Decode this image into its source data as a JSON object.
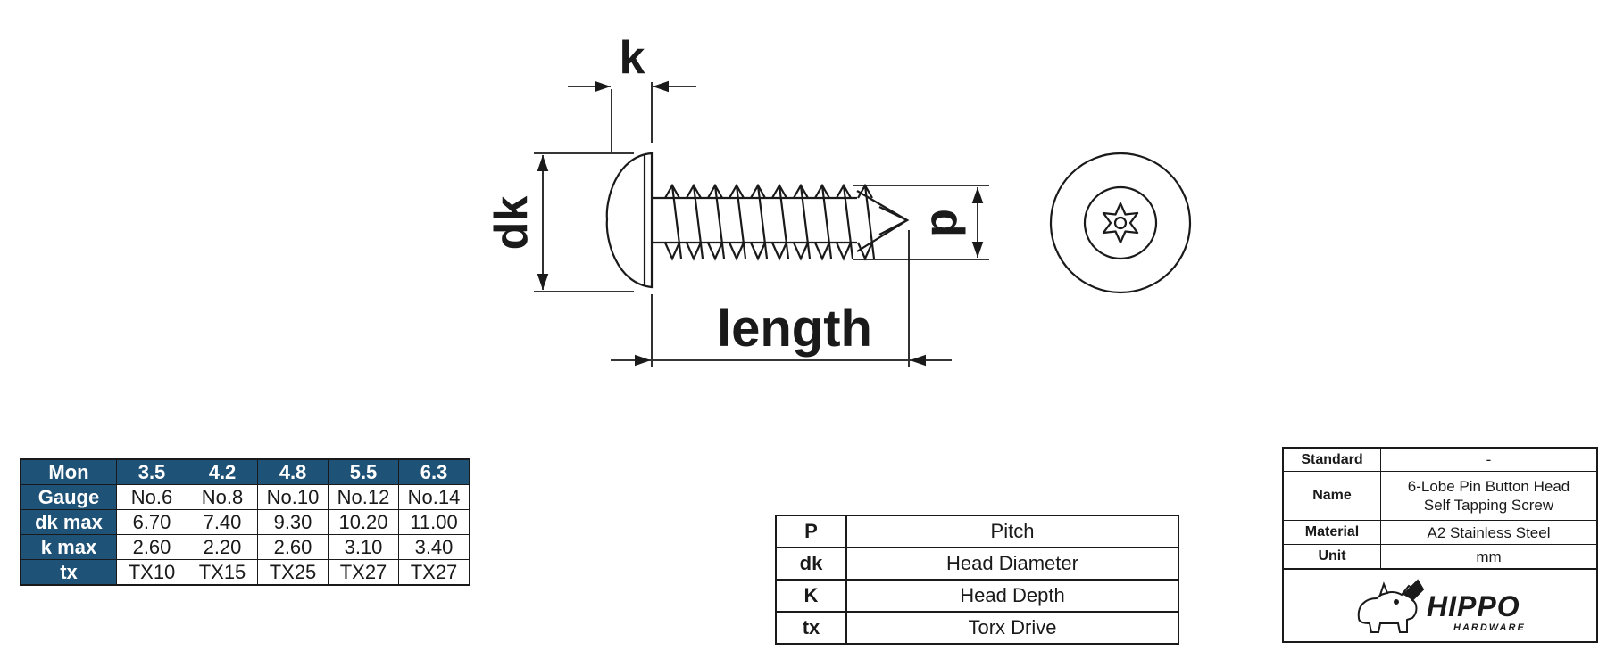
{
  "drawing": {
    "labels": {
      "k": "k",
      "dk": "dk",
      "d": "d",
      "length": "length"
    },
    "icons": {
      "screw_side": "screw-side-view",
      "screw_head": "six-lobe-pin-head-view"
    },
    "line_color": "#1a1a1a"
  },
  "spec_table": {
    "header_color": "#1f5277",
    "header": {
      "label": "Mon",
      "values": [
        "3.5",
        "4.2",
        "4.8",
        "5.5",
        "6.3"
      ]
    },
    "rows": [
      {
        "label": "Gauge",
        "values": [
          "No.6",
          "No.8",
          "No.10",
          "No.12",
          "No.14"
        ]
      },
      {
        "label": "dk max",
        "values": [
          "6.70",
          "7.40",
          "9.30",
          "10.20",
          "11.00"
        ]
      },
      {
        "label": "k max",
        "values": [
          "2.60",
          "2.20",
          "2.60",
          "3.10",
          "3.40"
        ]
      },
      {
        "label": "tx",
        "values": [
          "TX10",
          "TX15",
          "TX25",
          "TX27",
          "TX27"
        ]
      }
    ]
  },
  "legend": [
    {
      "symbol": "P",
      "description": "Pitch"
    },
    {
      "symbol": "dk",
      "description": "Head Diameter"
    },
    {
      "symbol": "K",
      "description": "Head Depth"
    },
    {
      "symbol": "tx",
      "description": "Torx Drive"
    }
  ],
  "info": {
    "standard": {
      "key": "Standard",
      "value": "-"
    },
    "name": {
      "key": "Name",
      "value_line1": "6-Lobe Pin Button Head",
      "value_line2": "Self Tapping Screw"
    },
    "material": {
      "key": "Material",
      "value": "A2 Stainless Steel"
    },
    "unit": {
      "key": "Unit",
      "value": "mm"
    },
    "logo": {
      "brand": "HIPPO",
      "sub": "HARDWARE",
      "icon": "hippo-logo-icon"
    }
  }
}
